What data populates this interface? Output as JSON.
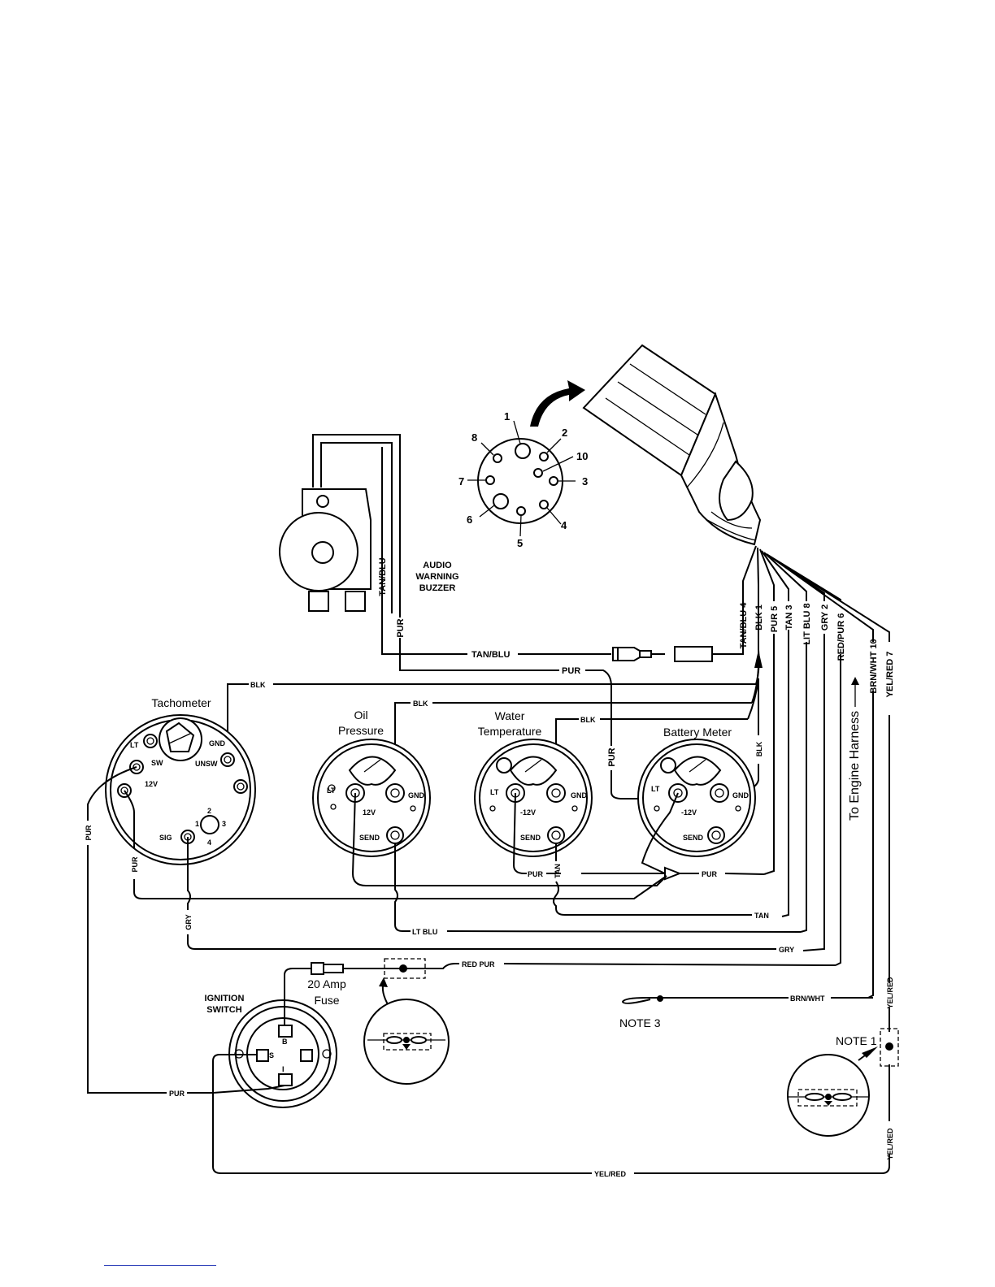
{
  "gauges": {
    "tachometer": {
      "title": "Tachometer",
      "gnd": "GND",
      "sw": "SW",
      "lt": "LT",
      "unsw": "UNSW",
      "v12": "12V",
      "sig": "SIG",
      "n1": "1",
      "n2": "2",
      "n3": "3",
      "n4": "4"
    },
    "oil": {
      "title_line1": "Oil",
      "title_line2": "Pressure",
      "lt": "LT",
      "gnd": "GND",
      "v12": "12V",
      "send": "SEND"
    },
    "water": {
      "title_line1": "Water",
      "title_line2": "Temperature",
      "lt": "LT",
      "gnd": "GND",
      "v12": "-12V",
      "send": "SEND"
    },
    "battery": {
      "title": "Battery Meter",
      "lt": "LT",
      "gnd": "GND",
      "v12": "-12V",
      "send": "SEND"
    }
  },
  "connector_pins": [
    "1",
    "2",
    "3",
    "4",
    "5",
    "6",
    "7",
    "8",
    "10"
  ],
  "buzzer": {
    "line1": "AUDIO",
    "line2": "WARNING",
    "line3": "BUZZER"
  },
  "ignition": {
    "line1": "IGNITION",
    "line2": "SWITCH",
    "b": "B",
    "s": "S",
    "i": "I"
  },
  "fuse": {
    "line1": "20 Amp",
    "line2": "Fuse"
  },
  "notes": {
    "note3": "NOTE 3",
    "note1": "NOTE 1"
  },
  "to_engine_harness": "To Engine Harness",
  "harness_labels": [
    "TAN/BLU 4",
    "BLK 1",
    "PUR 5",
    "TAN 3",
    "LIT BLU 8",
    "GRY 2",
    "RED/PUR 6",
    "BRN/WHT 10",
    "YEL/RED 7"
  ],
  "wire_labels": {
    "tan_blu_v": "TAN/BLU",
    "tan_blu_h": "TAN/BLU",
    "pur_buzzer": "PUR",
    "pur_top": "PUR",
    "blk_top": "BLK",
    "blk_oil": "BLK",
    "blk_water": "BLK",
    "blk_battery": "BLK",
    "pur_middle_v": "PUR",
    "pur_tach_left": "PUR",
    "pur_tach_inner": "PUR",
    "pur_water": "PUR",
    "tan_water": "TAN",
    "pur_battery": "PUR",
    "tan": "TAN",
    "lt_blu": "LT BLU",
    "gry_left": "GRY",
    "gry_right": "GRY",
    "red_pur": "RED PUR",
    "brn_wht": "BRN/WHT",
    "yel_red_upper": "YEL/RED",
    "yel_red_lower": "YEL/RED",
    "yel_red_bottom": "YEL/RED",
    "pur_ign": "PUR"
  }
}
